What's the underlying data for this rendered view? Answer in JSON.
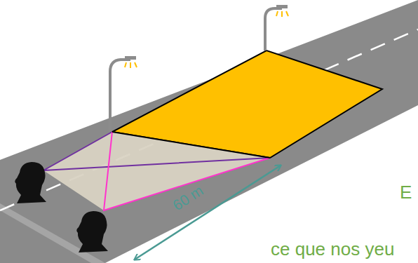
{
  "diagram": {
    "labels": [
      "60 m",
      "E",
      "ce que nos yeu"
    ]
  }
}
